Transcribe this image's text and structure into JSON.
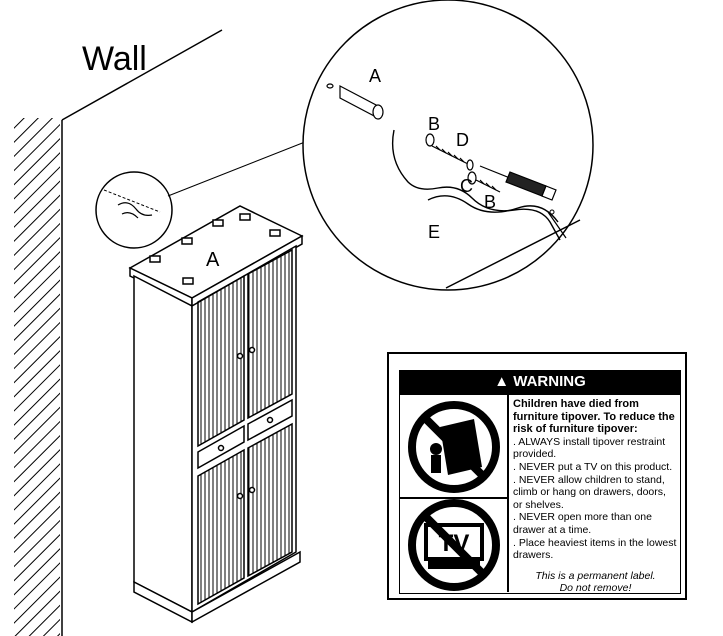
{
  "labels": {
    "wall": "Wall",
    "cabinet_top": "A",
    "anchor": "A",
    "washer_top": "B",
    "screw_long": "D",
    "screw_short": "C",
    "washer_bottom": "B",
    "strap": "E"
  },
  "warning": {
    "title": "WARNING",
    "headline": "Children have died from furniture tipover. To reduce the risk of furniture tipover:",
    "items": [
      ". ALWAYS install tipover restraint provided.",
      ". NEVER put a TV on this product.",
      ". NEVER allow children to stand, climb or hang on drawers, doors, or shelves.",
      ". NEVER open more than one drawer at a time.",
      ". Place heaviest items in the lowest drawers."
    ],
    "footer_line1": "This is a permanent label.",
    "footer_line2": "Do not remove!",
    "tv_symbol_text": "TV"
  },
  "icons": [
    "no-tipover-icon",
    "no-tv-icon",
    "warning-triangle-icon",
    "screwdriver-icon"
  ]
}
